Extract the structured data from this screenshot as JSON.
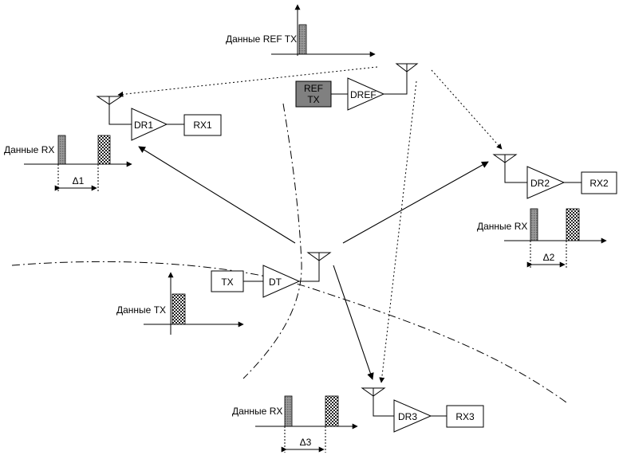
{
  "ref_tx": {
    "data_label": "Данные REF TX",
    "box_label_line1": "REF",
    "box_label_line2": "TX",
    "amp_label": "DREF"
  },
  "receiver1": {
    "amp_label": "DR1",
    "box_label": "RX1",
    "data_label": "Данные RX",
    "delta_label": "Δ1"
  },
  "receiver2": {
    "amp_label": "DR2",
    "box_label": "RX2",
    "data_label": "Данные RX",
    "delta_label": "Δ2"
  },
  "receiver3": {
    "amp_label": "DR3",
    "box_label": "RX3",
    "data_label": "Данные RX",
    "delta_label": "Δ3"
  },
  "transmitter": {
    "box_label": "TX",
    "amp_label": "DT",
    "data_label": "Данные TX"
  }
}
